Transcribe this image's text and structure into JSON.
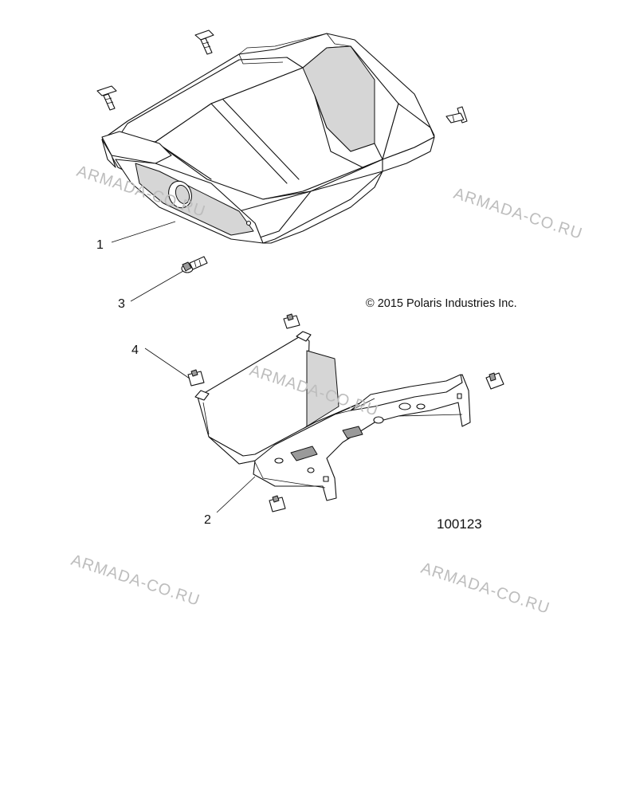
{
  "diagram": {
    "copyright": "© 2015 Polaris Industries Inc.",
    "diagram_id": "100123",
    "watermark": "ARMADA-CO.RU",
    "callouts": [
      {
        "label": "1"
      },
      {
        "label": "2"
      },
      {
        "label": "3"
      },
      {
        "label": "4"
      }
    ]
  }
}
